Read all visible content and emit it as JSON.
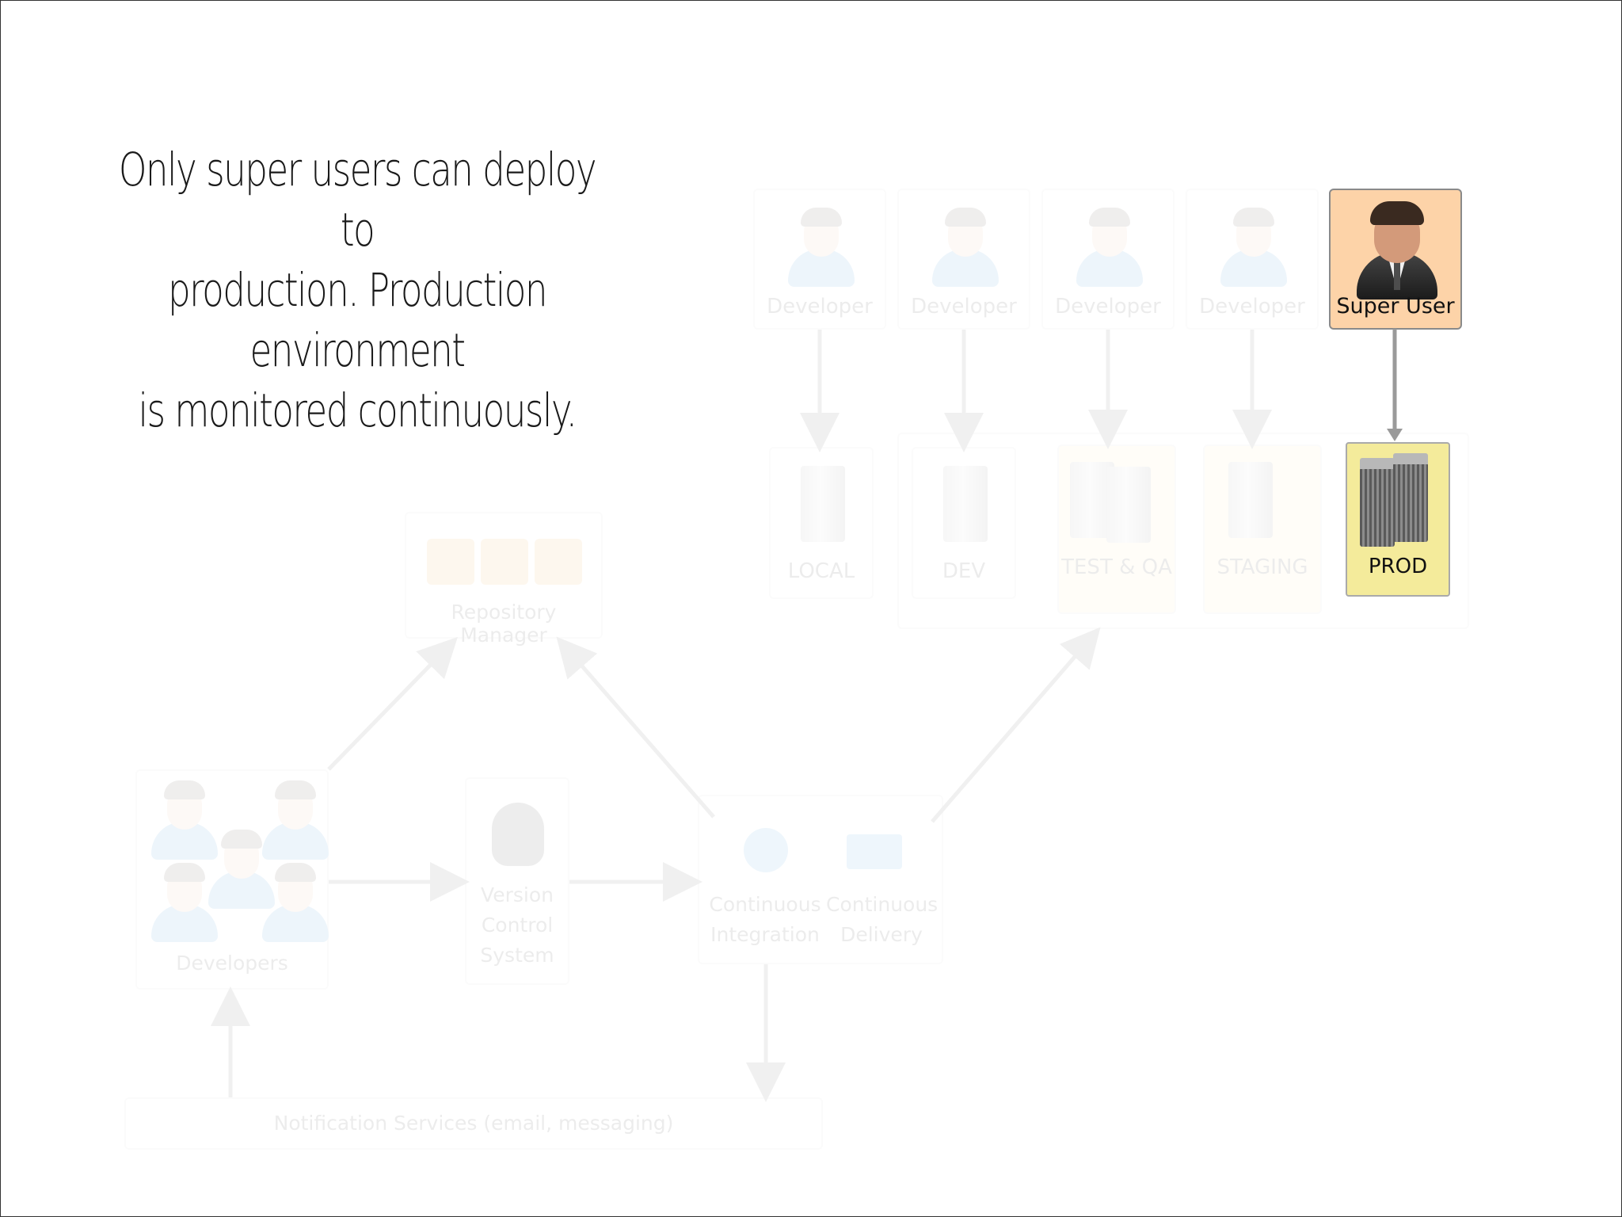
{
  "headline": [
    "Only super users can deploy to",
    "production. Production environment",
    "is monitored continuously."
  ],
  "developer_label": "Developer",
  "super_user_label": "Super User",
  "environments": [
    "LOCAL",
    "DEV",
    "TEST & QA",
    "STAGING",
    "PROD"
  ],
  "repository_manager": "Repository Manager",
  "developers": "Developers",
  "vcs": [
    "Version",
    "Control",
    "System"
  ],
  "ci": [
    "Continuous",
    "Integration"
  ],
  "cd": [
    "Continuous",
    "Delivery"
  ],
  "notification": "Notification Services (email, messaging)",
  "colors": {
    "super_user_bg": "#fdd3a8",
    "prod_bg": "#f4eb9b",
    "arrow": "#9a9a9a"
  }
}
